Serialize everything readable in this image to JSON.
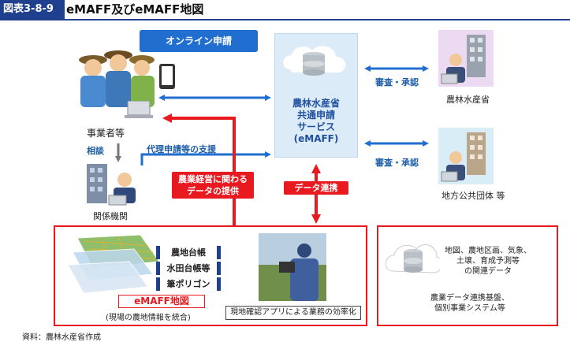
{
  "header": {
    "figure_number": "図表3-8-9",
    "title": "eMAFF及びeMAFF地図"
  },
  "online_application": "オンライン申請",
  "service": {
    "line1": "農林水産省",
    "line2": "共通申請",
    "line3": "サービス",
    "line4": "(eMAFF)"
  },
  "actors": {
    "business_operators": "事業者等",
    "related_organizations": "関係機関",
    "maff": "農林水産省",
    "local_governments": "地方公共団体 等"
  },
  "flows": {
    "consultation": "相談",
    "proxy_support": "代理申請等の支援",
    "review_approval_top": "審査・承認",
    "review_approval_bottom": "審査・承認",
    "farm_data_provision_line1": "農業経営に関わる",
    "farm_data_provision_line2": "データの提供",
    "data_linkage": "データ連携"
  },
  "emaff_map": {
    "layers": [
      "農地台帳",
      "水田台帳等",
      "筆ポリゴン"
    ],
    "name": "eMAFF地図",
    "caption": "(現場の農地情報を統合)",
    "field_app": "現地確認アプリによる業務の効率化"
  },
  "related_data": {
    "line1": "地図、農地区画、気象、",
    "line2": "土壌、育成予測等",
    "line3": "の関連データ",
    "line4": "農業データ連携基盤、",
    "line5": "個別事業システム等"
  },
  "source_note": "資料：農林水産省作成",
  "colors": {
    "navy": "#1f3f8f",
    "blue": "#1f6ed0",
    "red": "#e8191f",
    "light_blue": "#dcebf8"
  }
}
